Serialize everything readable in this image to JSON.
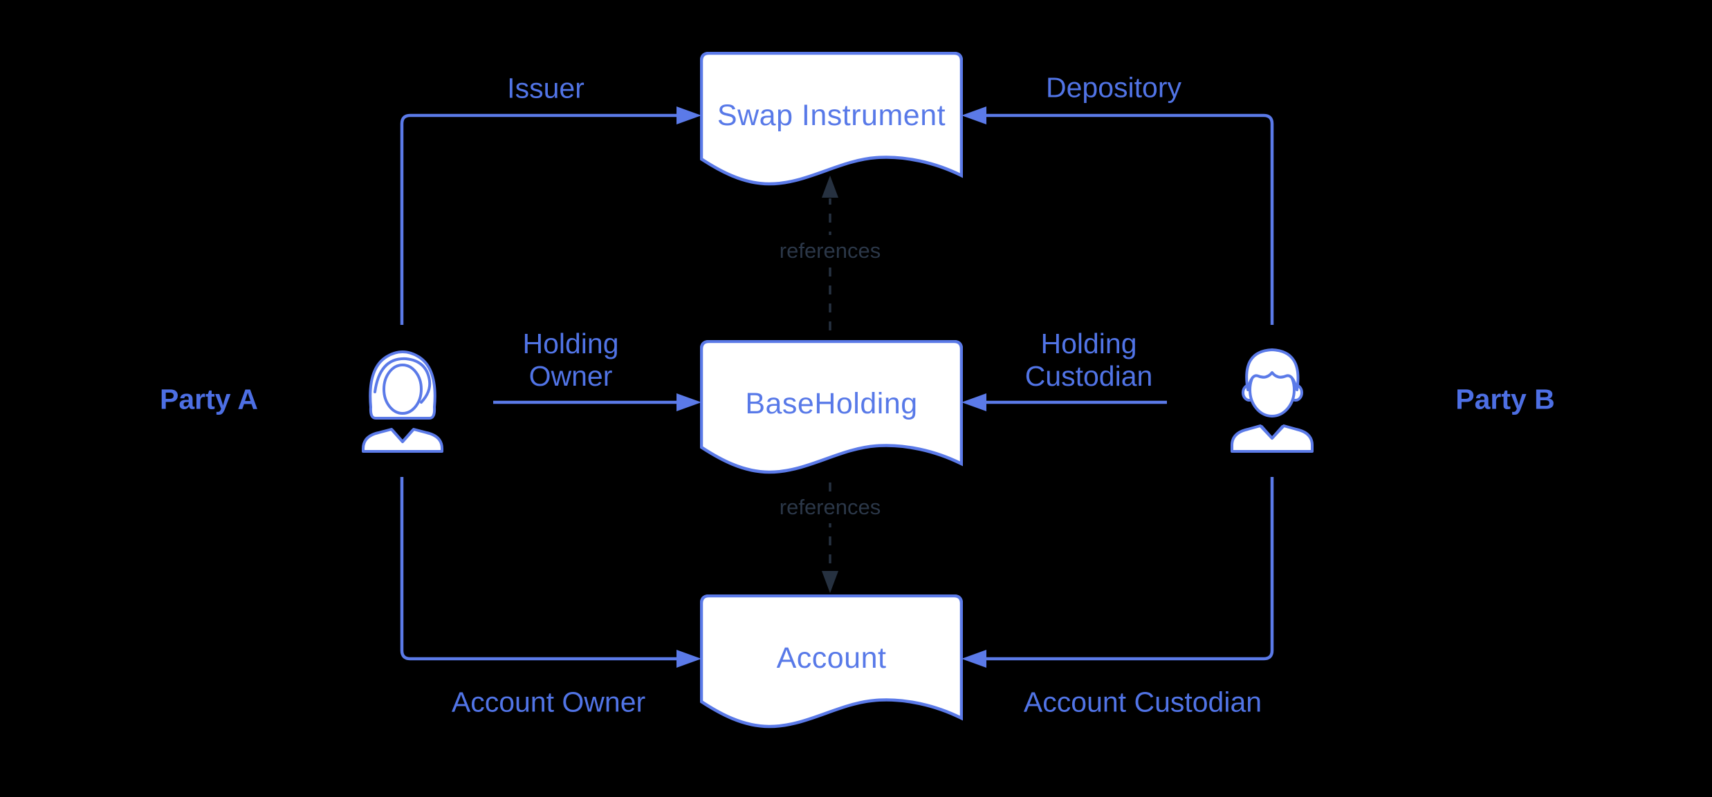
{
  "diagram": {
    "nodes": {
      "swap": "Swap Instrument",
      "holding": "BaseHolding",
      "account": "Account"
    },
    "actors": {
      "party_a": "Party A",
      "party_b": "Party B"
    },
    "edge_labels": {
      "issuer": "Issuer",
      "depository": "Depository",
      "holding_owner": "Holding Owner",
      "holding_custodian": "Holding Custodian",
      "account_owner": "Account Owner",
      "account_custodian": "Account Custodian"
    },
    "reference_labels": {
      "top": "references",
      "bottom": "references"
    },
    "icons": {
      "party_a": "person-female-icon",
      "party_b": "person-male-icon"
    },
    "colors": {
      "background": "#000000",
      "accent_blue": "#5B7AE8",
      "text_blue": "#5174E6",
      "node_fill": "#FFFFFF",
      "reference_dark": "#263140"
    }
  }
}
